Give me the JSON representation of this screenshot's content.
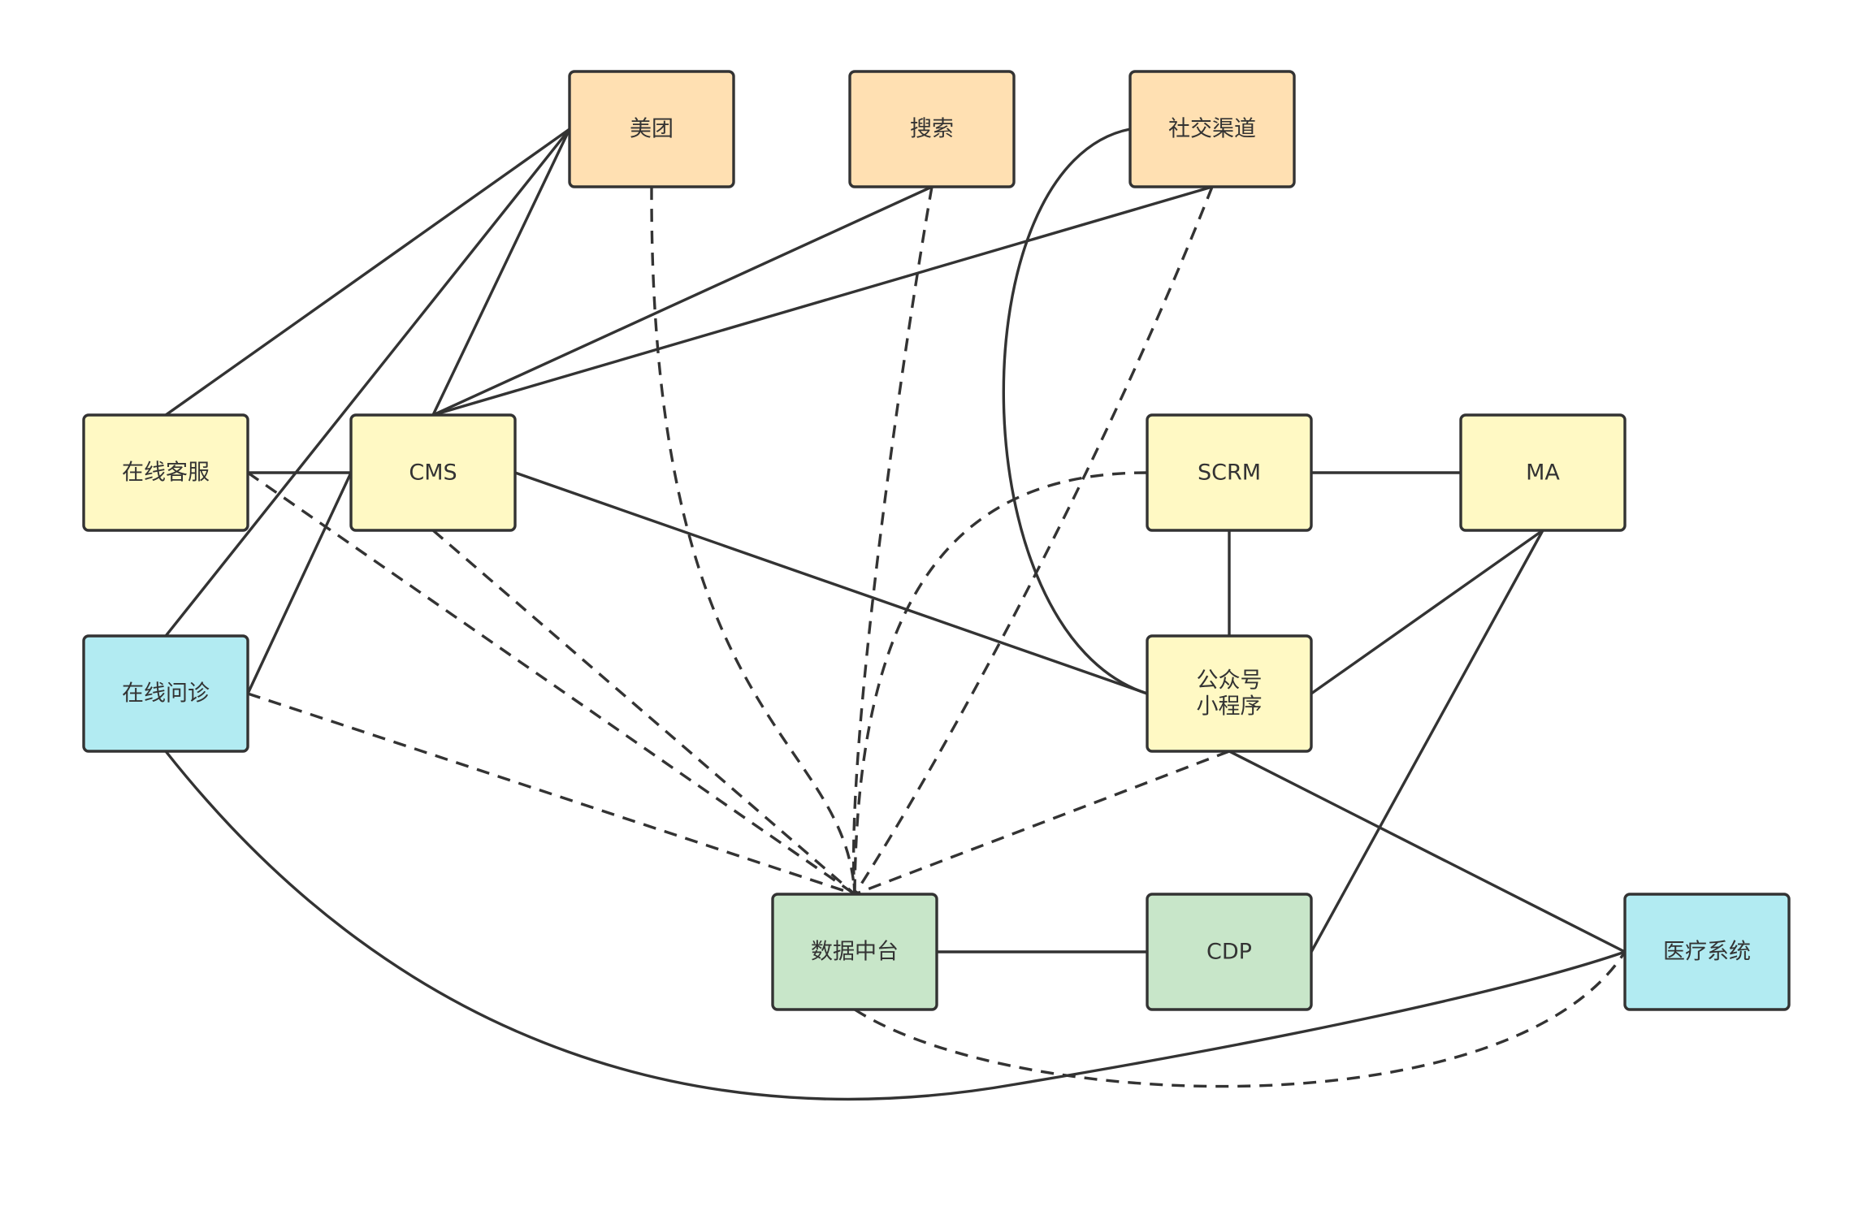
{
  "colors": {
    "orange": "#FFE0B2",
    "yellow": "#FFF9C4",
    "blue": "#B2EBF2",
    "green": "#C8E6C9",
    "stroke": "#333333"
  },
  "nodes": [
    {
      "id": "meituan",
      "lines": [
        "美团"
      ],
      "color": "orange"
    },
    {
      "id": "search",
      "lines": [
        "搜索"
      ],
      "color": "orange"
    },
    {
      "id": "social",
      "lines": [
        "社交渠道"
      ],
      "color": "orange"
    },
    {
      "id": "online-service",
      "lines": [
        "在线客服"
      ],
      "color": "yellow"
    },
    {
      "id": "cms",
      "lines": [
        "CMS"
      ],
      "color": "yellow"
    },
    {
      "id": "scrm",
      "lines": [
        "SCRM"
      ],
      "color": "yellow"
    },
    {
      "id": "ma",
      "lines": [
        "MA"
      ],
      "color": "yellow"
    },
    {
      "id": "online-consult",
      "lines": [
        "在线问诊"
      ],
      "color": "blue"
    },
    {
      "id": "wechat",
      "lines": [
        "公众号",
        "小程序"
      ],
      "color": "yellow"
    },
    {
      "id": "data-platform",
      "lines": [
        "数据中台"
      ],
      "color": "green"
    },
    {
      "id": "cdp",
      "lines": [
        "CDP"
      ],
      "color": "green"
    },
    {
      "id": "medical",
      "lines": [
        "医疗系统"
      ],
      "color": "blue"
    }
  ],
  "edges": [
    {
      "from": "meituan",
      "to": "online-service",
      "style": "solid"
    },
    {
      "from": "meituan",
      "to": "cms",
      "style": "solid"
    },
    {
      "from": "meituan",
      "to": "online-consult",
      "style": "solid"
    },
    {
      "from": "search",
      "to": "cms",
      "style": "solid"
    },
    {
      "from": "social",
      "to": "cms",
      "style": "solid"
    },
    {
      "from": "social",
      "to": "wechat",
      "style": "solid"
    },
    {
      "from": "online-service",
      "to": "cms",
      "style": "solid"
    },
    {
      "from": "cms",
      "to": "online-consult",
      "style": "solid"
    },
    {
      "from": "cms",
      "to": "wechat",
      "style": "solid"
    },
    {
      "from": "scrm",
      "to": "ma",
      "style": "solid"
    },
    {
      "from": "scrm",
      "to": "wechat",
      "style": "solid"
    },
    {
      "from": "ma",
      "to": "wechat",
      "style": "solid"
    },
    {
      "from": "ma",
      "to": "cdp",
      "style": "solid"
    },
    {
      "from": "wechat",
      "to": "medical",
      "style": "solid"
    },
    {
      "from": "data-platform",
      "to": "cdp",
      "style": "solid"
    },
    {
      "from": "online-consult",
      "to": "medical",
      "style": "solid"
    },
    {
      "from": "meituan",
      "to": "data-platform",
      "style": "dashed"
    },
    {
      "from": "search",
      "to": "data-platform",
      "style": "dashed"
    },
    {
      "from": "social",
      "to": "data-platform",
      "style": "dashed"
    },
    {
      "from": "online-service",
      "to": "data-platform",
      "style": "dashed"
    },
    {
      "from": "cms",
      "to": "data-platform",
      "style": "dashed"
    },
    {
      "from": "online-consult",
      "to": "data-platform",
      "style": "dashed"
    },
    {
      "from": "scrm",
      "to": "data-platform",
      "style": "dashed"
    },
    {
      "from": "wechat",
      "to": "data-platform",
      "style": "dashed"
    },
    {
      "from": "data-platform",
      "to": "medical",
      "style": "dashed"
    }
  ]
}
